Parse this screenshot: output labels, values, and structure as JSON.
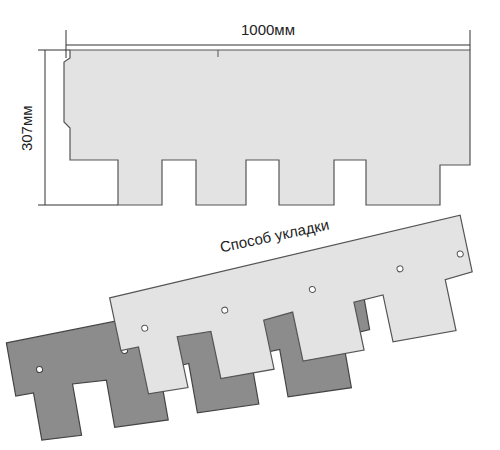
{
  "diagram": {
    "labels": [
      "1000мм",
      "307мм",
      "Способ укладки"
    ]
  }
}
